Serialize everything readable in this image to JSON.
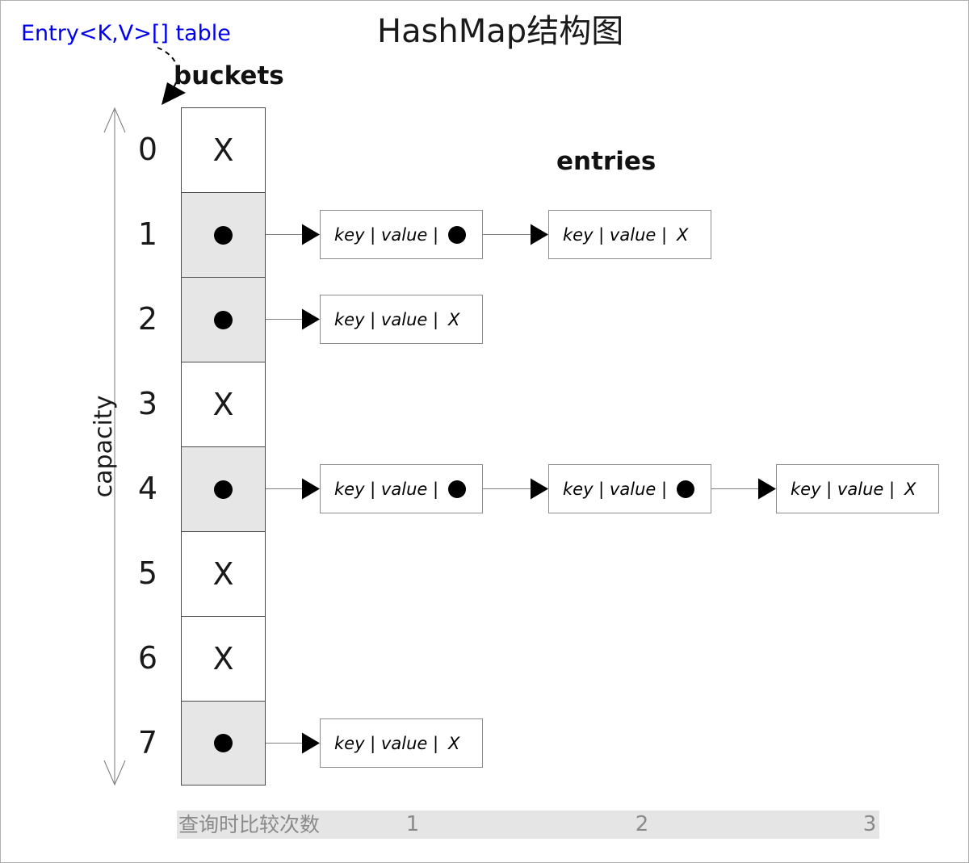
{
  "header": {
    "title": "HashMap结构图"
  },
  "labels": {
    "table_ref": "Entry<K,V>[] table",
    "buckets": "buckets",
    "entries": "entries",
    "capacity": "capacity"
  },
  "null_symbol": "X",
  "buckets": [
    {
      "index": "0",
      "content": "null"
    },
    {
      "index": "1",
      "content": "pointer"
    },
    {
      "index": "2",
      "content": "pointer"
    },
    {
      "index": "3",
      "content": "null"
    },
    {
      "index": "4",
      "content": "pointer"
    },
    {
      "index": "5",
      "content": "null"
    },
    {
      "index": "6",
      "content": "null"
    },
    {
      "index": "7",
      "content": "pointer"
    }
  ],
  "chains": [
    {
      "bucket_index": 1,
      "entries": [
        {
          "label": "key | value |",
          "next": "pointer"
        },
        {
          "label": "key | value |",
          "next": "null"
        }
      ]
    },
    {
      "bucket_index": 2,
      "entries": [
        {
          "label": "key | value |",
          "next": "null"
        }
      ]
    },
    {
      "bucket_index": 4,
      "entries": [
        {
          "label": "key | value |",
          "next": "pointer"
        },
        {
          "label": "key | value |",
          "next": "pointer"
        },
        {
          "label": "key | value |",
          "next": "null"
        }
      ]
    },
    {
      "bucket_index": 7,
      "entries": [
        {
          "label": "key | value |",
          "next": "null"
        }
      ]
    }
  ],
  "footer": {
    "label": "查询时比较次数",
    "counts": [
      "1",
      "2",
      "3"
    ]
  },
  "colors": {
    "link_blue": "#0000ee",
    "bucket_fill": "#e6e6e6",
    "footer_bg": "#e5e5e5",
    "footer_text": "#8a8a8a"
  }
}
